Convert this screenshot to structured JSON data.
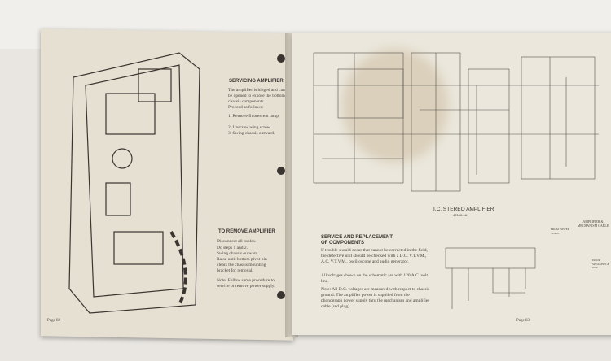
{
  "left_page": {
    "servicing": {
      "title": "SERVICING AMPLIFIER",
      "intro": "The amplifier is hinged and can be opened to expose the bottom chassis components.",
      "proceed": "Proceed as follows:",
      "steps": [
        "1. Remove fluorescent lamp.",
        "2. Unscrew wing screw.",
        "3. Swing chassis outward."
      ]
    },
    "remove": {
      "title": "TO REMOVE AMPLIFIER",
      "lines": [
        "Disconnect all cables.",
        "Do steps 1 and 2.",
        "Swing chassis outward.",
        "Raise until bottom pivot pin clears the chassis mounting bracket for removal."
      ],
      "note": "Note: Follow same procedure to service or remove power supply."
    },
    "page_number": "Page 82"
  },
  "right_page": {
    "schematic_title": "I.C. STEREO AMPLIFIER",
    "schematic_subtitle": "47160-1A",
    "service": {
      "title_line1": "SERVICE AND REPLACEMENT",
      "title_line2": "OF COMPONENTS",
      "p1": "If trouble should occur that cannot be corrected in the field, the defective unit should be checked with a D.C. V.T.V.M., A.C. V.T.V.M., oscilloscope and audio generator.",
      "p2": "All voltages shown on the schematic are with 120 A.C. volt line.",
      "note": "Note: All D.C. voltages are measured with respect to chassis ground. The amplifier power is supplied from the phonograph power supply thru the mechanism and amplifier cable (red plug)."
    },
    "labels": {
      "cable": "AMPLIFIER & MECHANISM CABLE",
      "power": "FROM POWER SUPPLY",
      "speakers": "DOOR SPEAKERS & ONE"
    },
    "page_number": "Page 83"
  }
}
